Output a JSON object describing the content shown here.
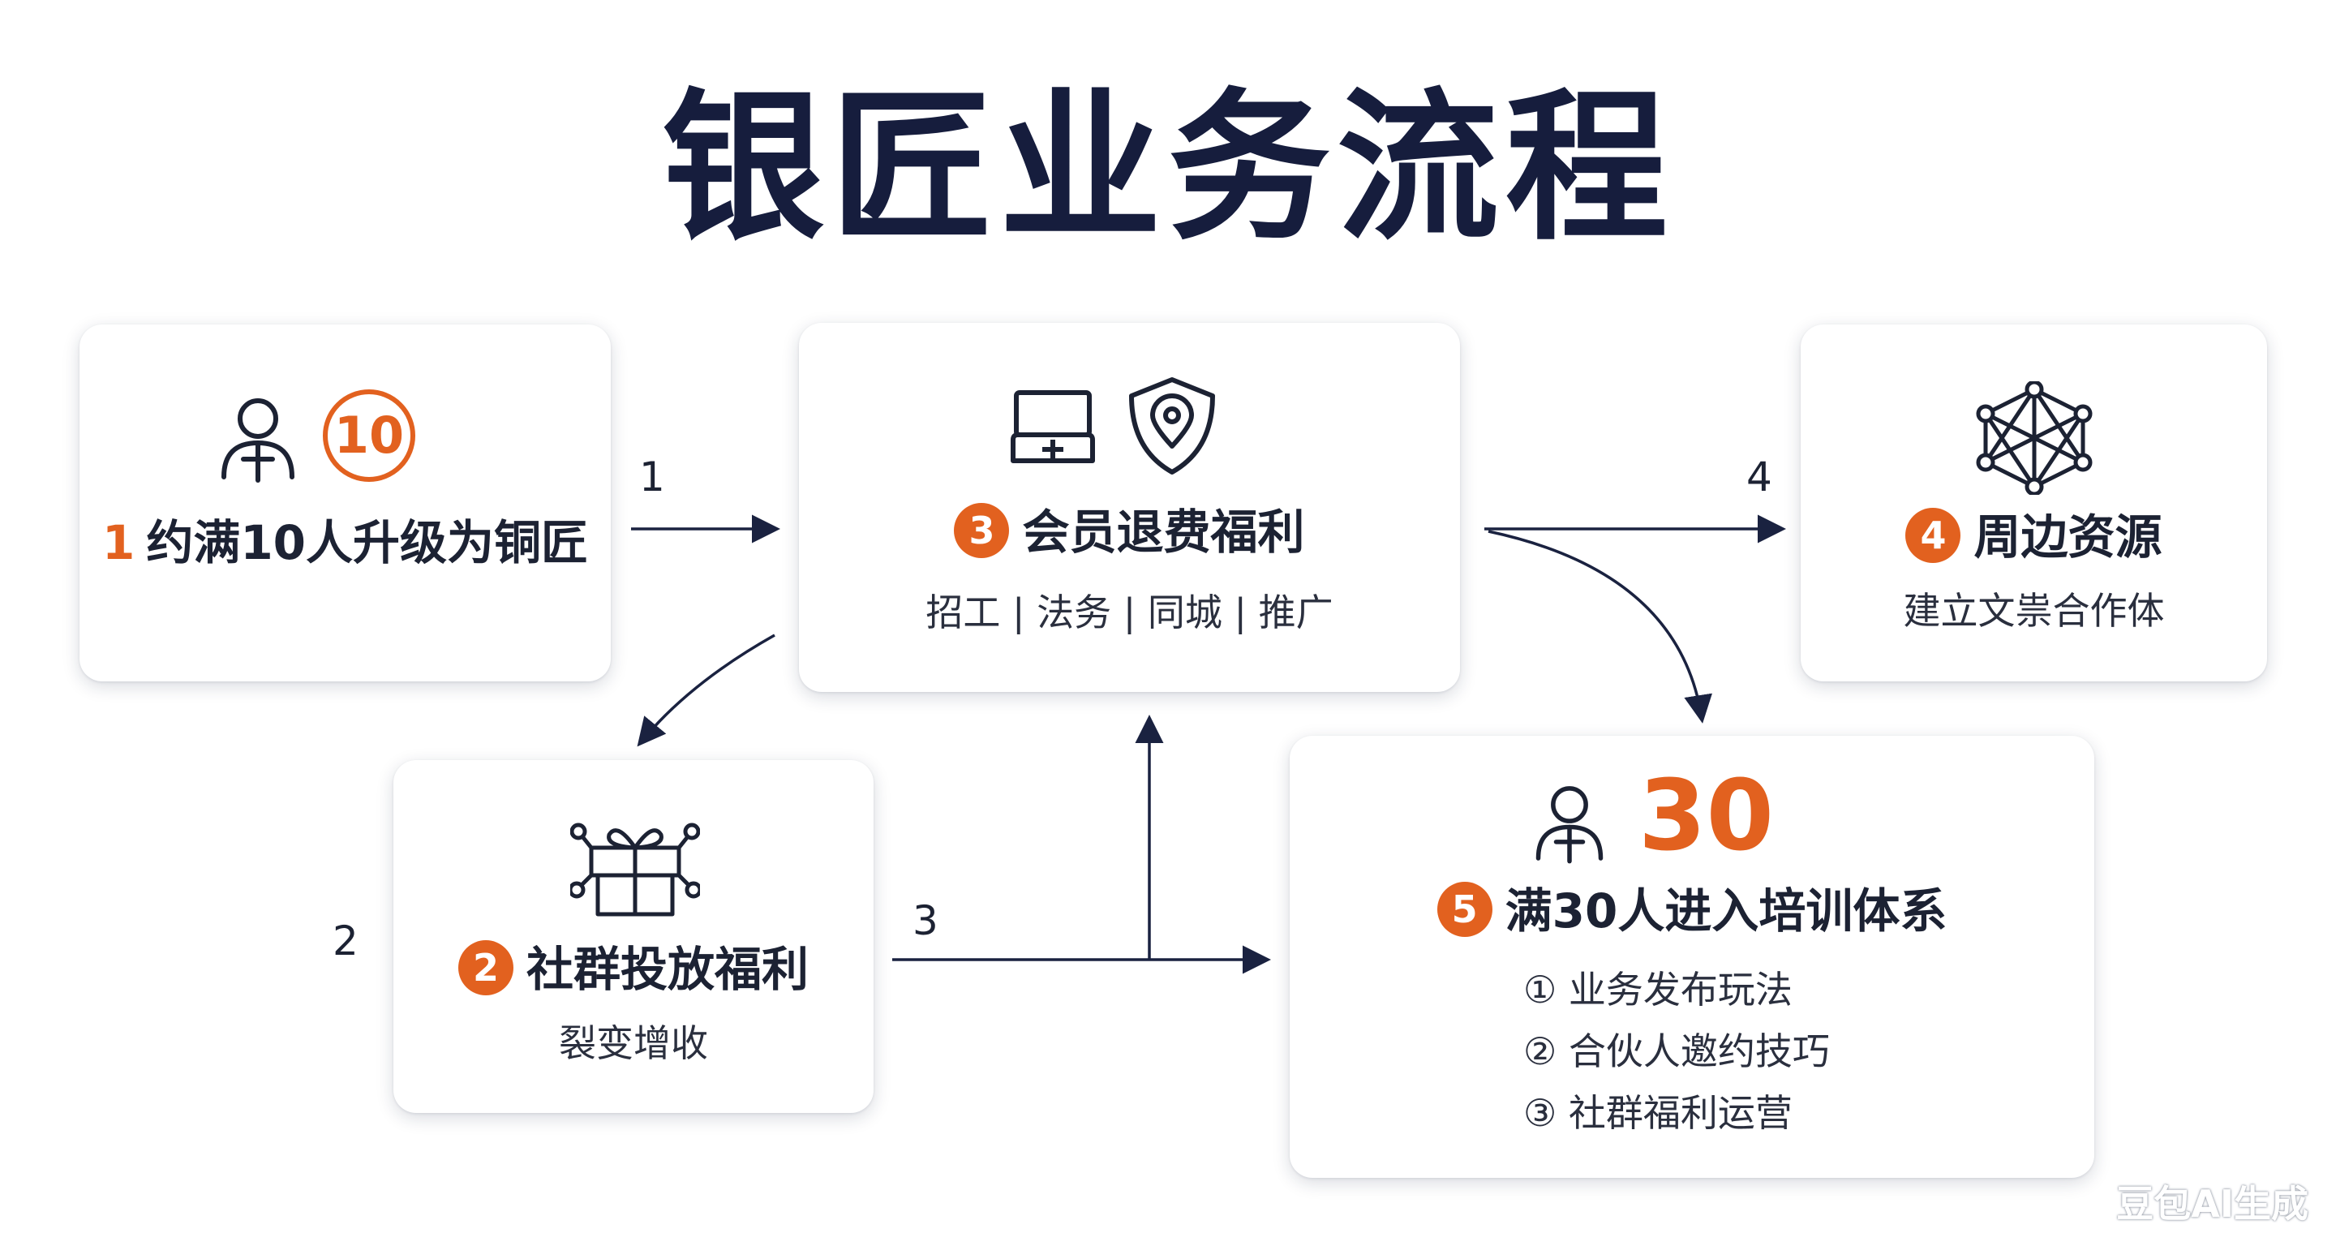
{
  "title": "银匠业务流程",
  "cards": {
    "c1": {
      "number": "1",
      "title": "约满10人升级为铜匠",
      "badge": "10"
    },
    "c3": {
      "number": "3",
      "title": "会员退费福利",
      "subtitle": "招工 | 法务 | 同城 | 推广"
    },
    "c4": {
      "number": "4",
      "title": "周边资源",
      "subtitle": "建立文祟合作体"
    },
    "c2": {
      "number": "2",
      "title": "社群投放福利",
      "subtitle": "裂变增收"
    },
    "c5": {
      "number": "5",
      "big_number": "30",
      "title": "满30人进入培训体系",
      "items": [
        "① 业务发布玩法",
        "② 合伙人邀约技巧",
        "③ 社群福利运营"
      ]
    }
  },
  "edge_labels": {
    "e1": "1",
    "e2": "2",
    "e3": "3",
    "e4": "4"
  },
  "watermark": "豆包AI生成",
  "colors": {
    "accent": "#e2611f",
    "ink": "#161d3d"
  },
  "icons": [
    "person-icon",
    "badge-10-icon",
    "id-card-icon",
    "shield-pin-icon",
    "network-icon",
    "gift-box-icon",
    "person-icon"
  ]
}
